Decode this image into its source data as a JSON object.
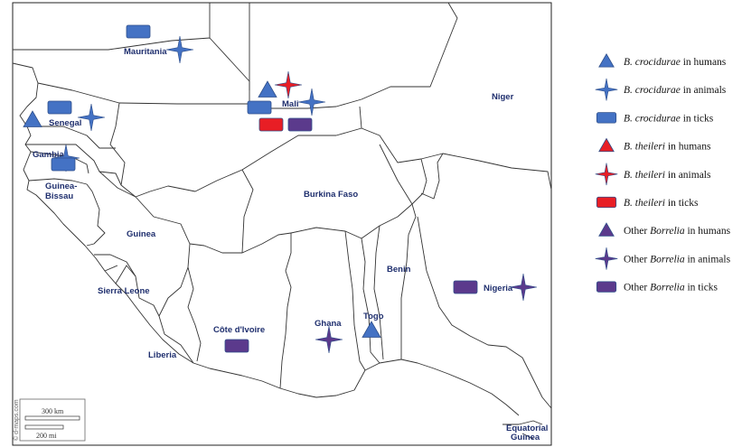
{
  "countries": [
    {
      "id": "mauritania",
      "label": "Mauritania"
    },
    {
      "id": "mali",
      "label": "Mali"
    },
    {
      "id": "niger",
      "label": "Niger"
    },
    {
      "id": "senegal",
      "label": "Senegal"
    },
    {
      "id": "gambia",
      "label": "Gambia"
    },
    {
      "id": "guinea-bissau",
      "label": "Guinea-Bissau",
      "lines": [
        "Guinea-",
        "Bissau"
      ]
    },
    {
      "id": "guinea",
      "label": "Guinea"
    },
    {
      "id": "sierra-leone",
      "label": "Sierra Leone"
    },
    {
      "id": "liberia",
      "label": "Liberia"
    },
    {
      "id": "cote-divoire",
      "label": "Côte d'Ivoire"
    },
    {
      "id": "burkina-faso",
      "label": "Burkina Faso"
    },
    {
      "id": "ghana",
      "label": "Ghana"
    },
    {
      "id": "togo",
      "label": "Togo"
    },
    {
      "id": "benin",
      "label": "Benin"
    },
    {
      "id": "nigeria",
      "label": "Nigeria"
    },
    {
      "id": "equatorial-guinea",
      "label": "Equatorial Guinea",
      "lines": [
        "Equatorial",
        "Guinea"
      ]
    }
  ],
  "scale_bar": {
    "km": "300 km",
    "mi": "200 mi"
  },
  "credit": "© d-maps.com",
  "colors": {
    "crocidurae": "#4472c4",
    "theileri": "#e81e25",
    "other": "#5b3a8c",
    "stroke": "#2f4f8a"
  },
  "legend": [
    {
      "symbol": "triangle",
      "group": "crocidurae",
      "italic": "B. crocidurae",
      "rest": " in humans"
    },
    {
      "symbol": "star",
      "group": "crocidurae",
      "italic": "B. crocidurae",
      "rest": " in animals"
    },
    {
      "symbol": "rect",
      "group": "crocidurae",
      "italic": "B. crocidurae",
      "rest": " in ticks"
    },
    {
      "symbol": "triangle",
      "group": "theileri",
      "italic": "B. theileri",
      "rest": " in humans"
    },
    {
      "symbol": "star",
      "group": "theileri",
      "italic": "B. theileri",
      "rest": "  in animals"
    },
    {
      "symbol": "rect",
      "group": "theileri",
      "italic": "B. theileri",
      "rest": " in ticks"
    },
    {
      "symbol": "triangle",
      "group": "other",
      "prefix": "Other ",
      "italic": "Borrelia",
      "rest": " in humans"
    },
    {
      "symbol": "star",
      "group": "other",
      "prefix": "Other ",
      "italic": "Borrelia",
      "rest": " in animals"
    },
    {
      "symbol": "rect",
      "group": "other",
      "prefix": "Other ",
      "italic": "Borrelia",
      "rest": " in ticks"
    }
  ],
  "markers": [
    {
      "country": "mauritania",
      "symbol": "rect",
      "group": "crocidurae"
    },
    {
      "country": "mauritania",
      "symbol": "star",
      "group": "crocidurae"
    },
    {
      "country": "mali",
      "symbol": "triangle",
      "group": "crocidurae"
    },
    {
      "country": "mali",
      "symbol": "star",
      "group": "theileri"
    },
    {
      "country": "mali",
      "symbol": "star",
      "group": "crocidurae"
    },
    {
      "country": "mali",
      "symbol": "rect",
      "group": "crocidurae"
    },
    {
      "country": "mali",
      "symbol": "rect",
      "group": "theileri"
    },
    {
      "country": "mali",
      "symbol": "rect",
      "group": "other"
    },
    {
      "country": "senegal",
      "symbol": "triangle",
      "group": "crocidurae"
    },
    {
      "country": "senegal",
      "symbol": "rect",
      "group": "crocidurae"
    },
    {
      "country": "senegal",
      "symbol": "star",
      "group": "crocidurae"
    },
    {
      "country": "gambia",
      "symbol": "star",
      "group": "crocidurae"
    },
    {
      "country": "gambia",
      "symbol": "rect",
      "group": "crocidurae"
    },
    {
      "country": "cote-divoire",
      "symbol": "rect",
      "group": "other"
    },
    {
      "country": "ghana",
      "symbol": "star",
      "group": "other"
    },
    {
      "country": "togo",
      "symbol": "triangle",
      "group": "crocidurae"
    },
    {
      "country": "nigeria",
      "symbol": "rect",
      "group": "other"
    },
    {
      "country": "nigeria",
      "symbol": "star",
      "group": "other"
    }
  ]
}
